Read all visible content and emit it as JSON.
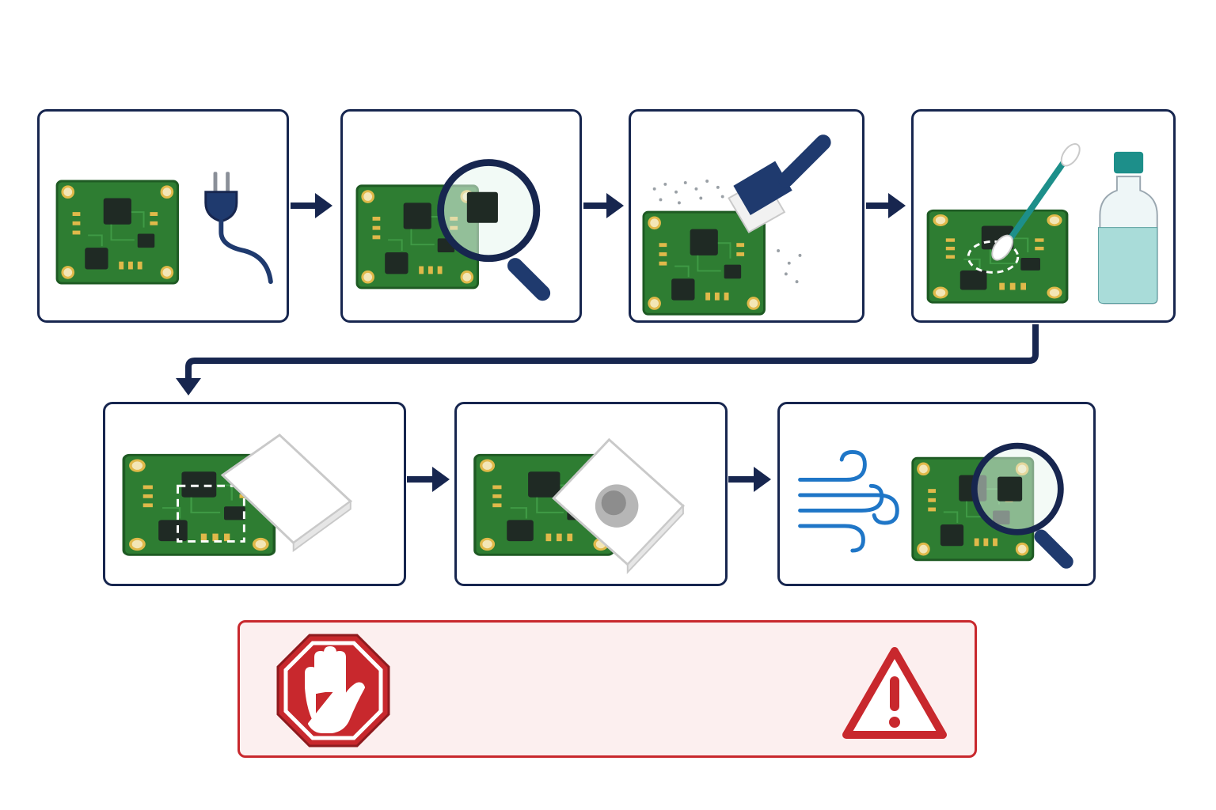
{
  "diagram": {
    "steps": [
      {
        "id": 1,
        "icon": "power-plug-icon"
      },
      {
        "id": 2,
        "icon": "magnifier-icon"
      },
      {
        "id": 3,
        "icon": "brush-icon"
      },
      {
        "id": 4,
        "icon": "swab-alcohol-bottle-icon"
      },
      {
        "id": 5,
        "icon": "pad-icon"
      },
      {
        "id": 6,
        "icon": "dirty-pad-icon"
      },
      {
        "id": 7,
        "icon": "air-dry-inspect-icon"
      }
    ],
    "warning": {
      "icons": [
        "stop-hand-icon",
        "warning-triangle-icon"
      ]
    },
    "colors": {
      "frame": "#17264f",
      "pcb": "#2e7d32",
      "pcb_edge": "#1e5a23",
      "gold": "#e0b94a",
      "chip": "#1f2a24",
      "alert_red": "#c8282d",
      "alert_bg": "#fcefef",
      "air_blue": "#1f76c7",
      "liquid": "#a9dcd9",
      "cap": "#1d8f8a"
    }
  }
}
